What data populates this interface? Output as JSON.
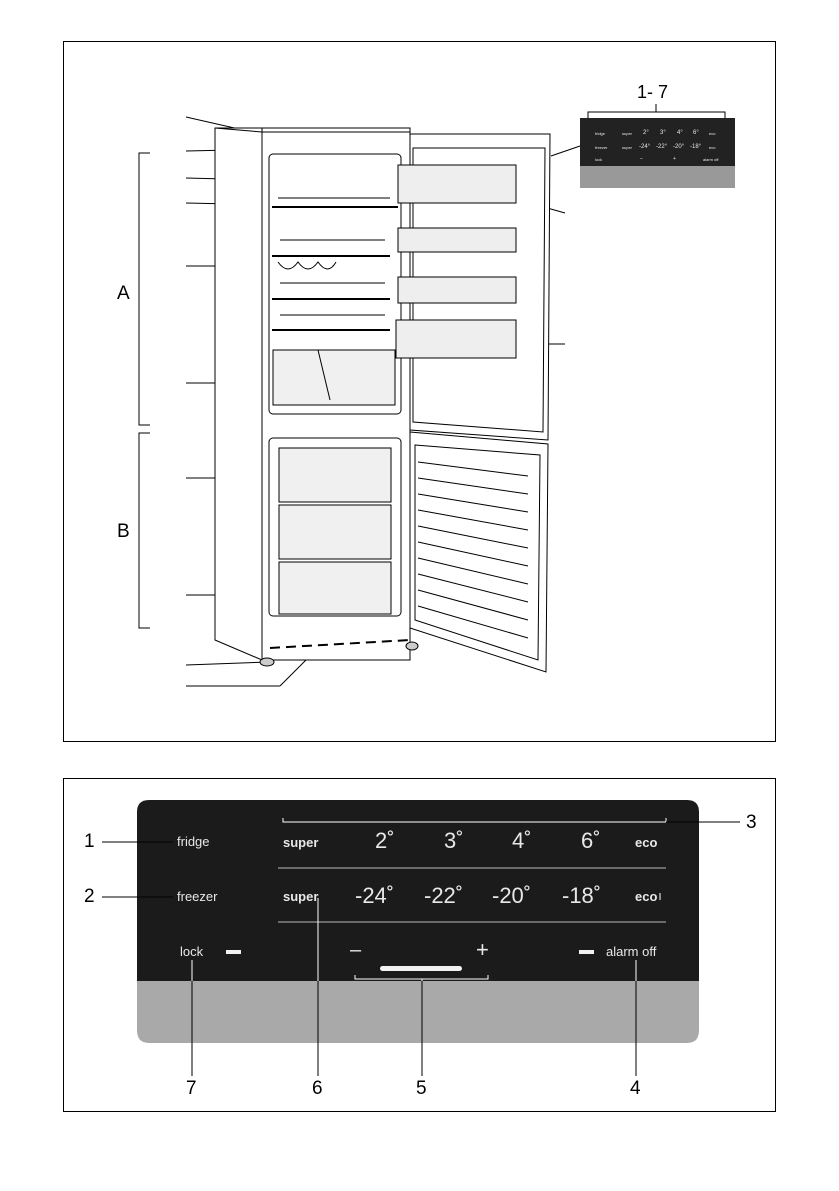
{
  "top_figure": {
    "section_labels": {
      "a": "A",
      "b": "B"
    },
    "inset_callout": "1- 7",
    "inset_panel": {
      "row1": [
        "fridge",
        "super",
        "2°",
        "3°",
        "4°",
        "6°",
        "eco"
      ],
      "row2": [
        "freezer",
        "super",
        "-24°",
        "-22°",
        "-20°",
        "-18°",
        "eco"
      ],
      "row3": [
        "lock",
        "–",
        "+",
        "alarm off"
      ]
    }
  },
  "panel": {
    "row_fridge": {
      "label": "fridge",
      "super": "super",
      "temps": [
        "2˚",
        "3˚",
        "4˚",
        "6˚"
      ],
      "eco": "eco"
    },
    "row_freezer": {
      "label": "freezer",
      "super": "super",
      "temps": [
        "-24˚",
        "-22˚",
        "-20˚",
        "-18˚"
      ],
      "eco": "eco"
    },
    "row_controls": {
      "lock": "lock",
      "minus": "–",
      "plus": "+",
      "alarm": "alarm off"
    },
    "callouts": [
      "1",
      "2",
      "3",
      "4",
      "5",
      "6",
      "7"
    ]
  },
  "colors": {
    "panel_dark": "#1b1b1b",
    "panel_grey": "#a9a9a9",
    "ink": "#000000"
  }
}
